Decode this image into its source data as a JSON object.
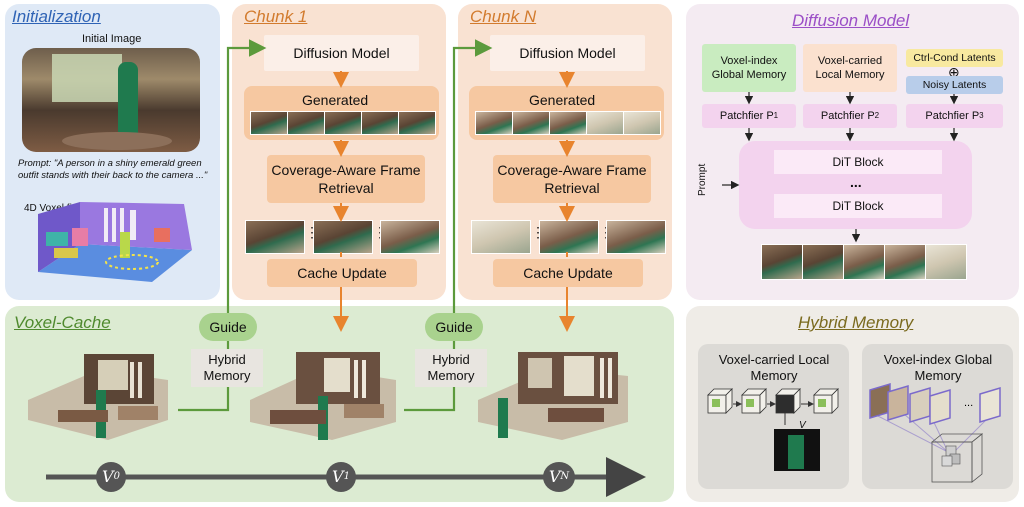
{
  "initialization": {
    "title": "Initialization",
    "initial_image_label": "Initial Image",
    "prompt": "Prompt: \"A person in a shiny emerald green outfit stands with their back to the camera ...\"",
    "voxel_field_label": "4D Voxel field:"
  },
  "chunk1": {
    "title": "Chunk 1",
    "diffusion_label": "Diffusion Model",
    "generated_label": "Generated",
    "retrieval_label": "Coverage-Aware Frame Retrieval",
    "cache_update_label": "Cache Update"
  },
  "chunkN": {
    "title": "Chunk N",
    "diffusion_label": "Diffusion Model",
    "generated_label": "Generated",
    "retrieval_label": "Coverage-Aware Frame Retrieval",
    "cache_update_label": "Cache Update"
  },
  "voxel_cache": {
    "title": "Voxel-Cache",
    "guide_label": "Guide",
    "hybrid_memory_label": "Hybrid Memory",
    "v0": "V",
    "v0_sub": "0",
    "v1": "V",
    "v1_sub": "1",
    "vN": "V",
    "vN_sub": "N"
  },
  "diffusion_model": {
    "title": "Diffusion Model",
    "global_memory": "Voxel-index Global Memory",
    "local_memory": "Voxel-carried Local Memory",
    "ctrl_latents": "Ctrl-Cond Latents",
    "plus": "⊕",
    "noisy_latents": "Noisy Latents",
    "patchifier1": "Patchfier P",
    "patchifier1_sub": "1",
    "patchifier2": "Patchfier P",
    "patchifier2_sub": "2",
    "patchifier3": "Patchfier P",
    "patchifier3_sub": "3",
    "prompt": "Prompt",
    "dit1": "DiT Block",
    "dit_dots": "...",
    "dit2": "DiT Block"
  },
  "hybrid_memory": {
    "title": "Hybrid Memory",
    "local_memory": "Voxel-carried Local Memory",
    "global_memory": "Voxel-index Global Memory",
    "v_label": "V",
    "dots": "..."
  },
  "colors": {
    "init_bg": "#dfe9f6",
    "chunk_bg": "#f9e2d2",
    "voxel_bg": "#dcebd2",
    "diffusion_bg": "#f4ebf2",
    "hybrid_bg": "#efece7",
    "orange_box": "#f7c8a2",
    "green_arrow": "#5c9a3c",
    "orange_arrow": "#e8842e"
  }
}
